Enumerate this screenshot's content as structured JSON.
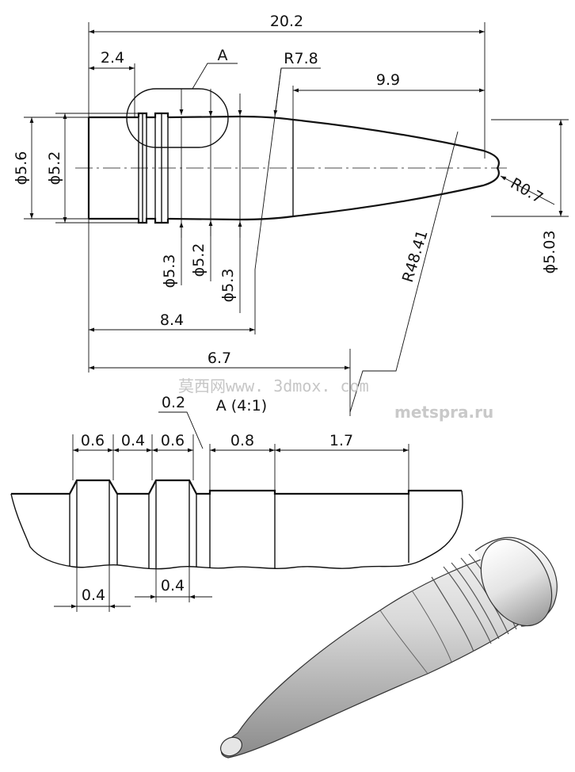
{
  "main_view": {
    "dims": {
      "overall_length": "20.2",
      "band_offset": "2.4",
      "detail_ref": "A",
      "ogive_radius": "R7.8",
      "nose_length": "9.9",
      "base_diameter": "ϕ5.6",
      "base_inner_diameter": "ϕ5.2",
      "tip_radius": "R0.7",
      "ogive_diameter": "ϕ5.03",
      "groove_d1": "ϕ5.3",
      "groove_d2": "ϕ5.2",
      "groove_d3": "ϕ5.3",
      "large_radius": "R48.41",
      "body_length": "8.4",
      "center_length": "6.7"
    }
  },
  "detail_view": {
    "title": "A (4:1)",
    "dims": {
      "gap": "0.2",
      "d1": "0.6",
      "d2": "0.4",
      "d3": "0.6",
      "d4": "0.8",
      "d5": "1.7",
      "b1": "0.4",
      "b2": "0.4"
    }
  },
  "watermarks": {
    "site_cn": "莫西网www. 3dmox. com",
    "site_ru": "metspra.ru"
  }
}
